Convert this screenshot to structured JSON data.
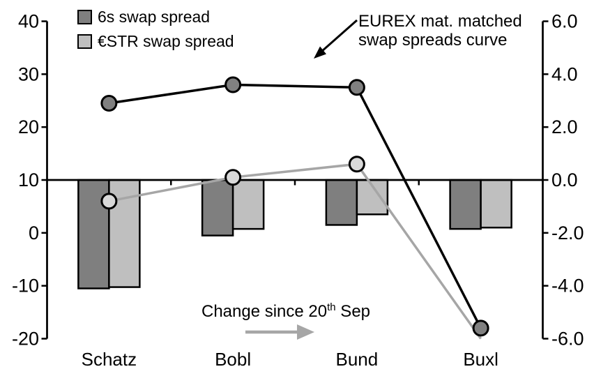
{
  "chart_data": {
    "type": "combo-bar-line",
    "categories": [
      "Schatz",
      "Bobl",
      "Bund",
      "Buxl"
    ],
    "left_axis": {
      "range": [
        -20,
        40
      ],
      "ticks": [
        40,
        30,
        20,
        10,
        0,
        -10,
        -20
      ],
      "tick_labels": [
        "40",
        "30",
        "20",
        "10",
        "0",
        "-10",
        "-20"
      ]
    },
    "right_axis": {
      "range": [
        -6,
        6
      ],
      "ticks": [
        6,
        4,
        2,
        0,
        -2,
        -4,
        -6
      ],
      "tick_labels": [
        "6.0",
        "4.0",
        "2.0",
        "0.0",
        "-2.0",
        "-4.0",
        "-6.0"
      ]
    },
    "baseline_left_value": 10,
    "grid": "off",
    "bar_series": [
      {
        "name": "6s swap spread",
        "axis": "right",
        "color": "#7f7f7f",
        "values": [
          -4.1,
          -2.1,
          -1.7,
          -1.85
        ]
      },
      {
        "name": "€STR swap spread",
        "axis": "right",
        "color": "#bfbfbf",
        "values": [
          -4.05,
          -1.85,
          -1.3,
          -1.8
        ]
      }
    ],
    "line_series": [
      {
        "name": "6s swap spread",
        "axis": "left",
        "color": "#000000",
        "marker_fill": "#808080",
        "values": [
          24.5,
          28.0,
          27.5,
          -18.0
        ],
        "markers": [
          true,
          true,
          true,
          true
        ]
      },
      {
        "name": "€STR swap spread",
        "axis": "left",
        "color": "#a6a6a6",
        "marker_fill": "#d9d9d9",
        "values": [
          6.0,
          10.5,
          13.0,
          -20.0
        ],
        "markers": [
          true,
          true,
          true,
          false
        ]
      }
    ],
    "annotations": [
      "EUREX mat. matched swap spreads curve",
      "Change since 20th Sep"
    ]
  },
  "legend": {
    "items": [
      {
        "label": "6s swap spread",
        "color": "#7f7f7f"
      },
      {
        "label": "€STR swap spread",
        "color": "#bfbfbf"
      }
    ]
  },
  "annotation": {
    "line1": "EUREX mat. matched",
    "line2": "swap spreads curve"
  },
  "change_note": {
    "prefix": "Change since 20",
    "superscript": "th",
    "suffix": " Sep"
  },
  "colors": {
    "bar_dark": "#7f7f7f",
    "bar_light": "#bfbfbf",
    "line_dark": "#000000",
    "line_light": "#a6a6a6",
    "marker_dark_fill": "#808080",
    "marker_light_fill": "#d9d9d9",
    "axis": "#000000"
  }
}
